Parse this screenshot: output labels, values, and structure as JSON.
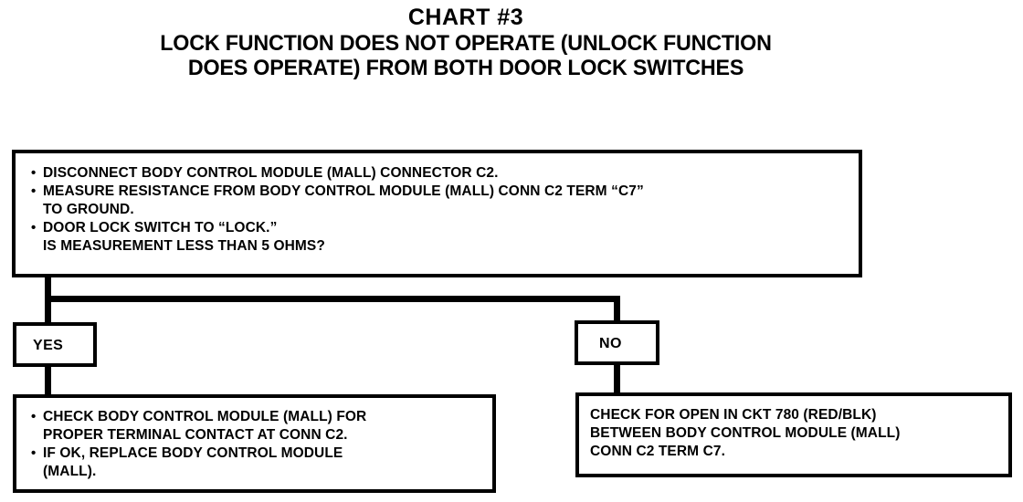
{
  "title": {
    "chart_number": "CHART #3",
    "lines": [
      "LOCK FUNCTION DOES NOT OPERATE (UNLOCK FUNCTION",
      "DOES OPERATE) FROM BOTH DOOR LOCK SWITCHES"
    ]
  },
  "colors": {
    "ink": "#000000",
    "paper": "#ffffff"
  },
  "main_box": {
    "bullet_mark": "•",
    "items": [
      {
        "lines": [
          "DISCONNECT BODY CONTROL MODULE (MALL) CONNECTOR C2."
        ]
      },
      {
        "lines": [
          "MEASURE RESISTANCE FROM BODY CONTROL MODULE (MALL) CONN C2 TERM “C7”",
          "TO GROUND."
        ]
      },
      {
        "lines": [
          "DOOR LOCK SWITCH TO “LOCK.”",
          "IS MEASUREMENT LESS THAN 5 OHMS?"
        ]
      }
    ]
  },
  "branches": {
    "yes": {
      "label": "YES"
    },
    "no": {
      "label": "NO"
    }
  },
  "left_result": {
    "bullet_mark": "•",
    "items": [
      {
        "lines": [
          "CHECK BODY CONTROL MODULE (MALL) FOR",
          "PROPER TERMINAL CONTACT AT CONN C2."
        ]
      },
      {
        "lines": [
          "IF OK, REPLACE BODY CONTROL MODULE",
          "(MALL)."
        ]
      }
    ]
  },
  "right_result": {
    "lines": [
      "CHECK FOR OPEN IN CKT 780 (RED/BLK)",
      "BETWEEN BODY CONTROL MODULE (MALL)",
      "CONN C2 TERM C7."
    ]
  }
}
